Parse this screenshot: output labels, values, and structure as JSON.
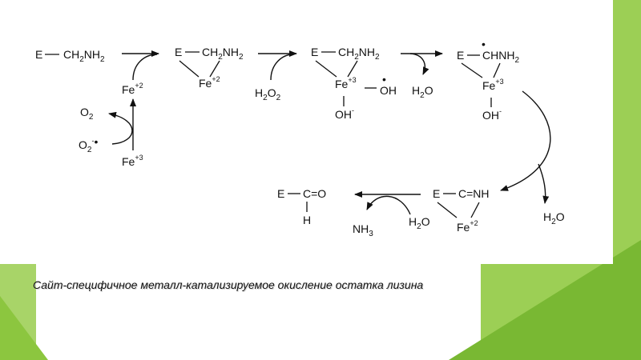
{
  "caption": "Сайт-специфичное металл-катализируемое окисление остатка лизина",
  "colors": {
    "green_light": "#a8d468",
    "green_mid": "#8cc63f",
    "green_dark": "#6fae2a",
    "ink": "#111111"
  },
  "scheme": {
    "E": "E",
    "CH": "CH",
    "NH": "NH",
    "N": "N",
    "H": "H",
    "O": "O",
    "Fe": "Fe",
    "charge_p2": "+2",
    "charge_p3": "+3",
    "minus": "-",
    "two": "2",
    "three": "3",
    "C_dbl_O": "C=O",
    "C_dbl_NH": "C=NH",
    "CHNH": "CHNH",
    "dot": "•"
  }
}
